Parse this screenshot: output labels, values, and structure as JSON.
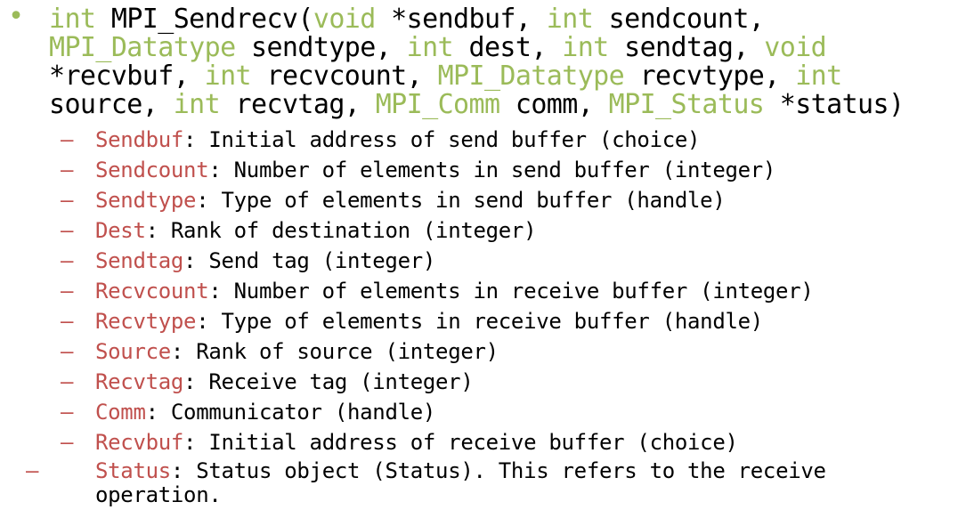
{
  "bullet": "•",
  "signature": {
    "tokens": [
      {
        "kind": "type",
        "text": "int"
      },
      {
        "kind": "name",
        "text": " MPI_Sendrecv("
      },
      {
        "kind": "type",
        "text": "void"
      },
      {
        "kind": "name",
        "text": " *sendbuf, "
      },
      {
        "kind": "type",
        "text": "int"
      },
      {
        "kind": "name",
        "text": " sendcount, "
      },
      {
        "kind": "type",
        "text": "MPI_Datatype"
      },
      {
        "kind": "name",
        "text": " sendtype, "
      },
      {
        "kind": "type",
        "text": "int"
      },
      {
        "kind": "name",
        "text": " dest, "
      },
      {
        "kind": "type",
        "text": "int"
      },
      {
        "kind": "name",
        "text": " sendtag, "
      },
      {
        "kind": "type",
        "text": "void"
      },
      {
        "kind": "name",
        "text": " *recvbuf, "
      },
      {
        "kind": "type",
        "text": "int"
      },
      {
        "kind": "name",
        "text": " recvcount, "
      },
      {
        "kind": "type",
        "text": "MPI_Datatype"
      },
      {
        "kind": "name",
        "text": " recvtype, "
      },
      {
        "kind": "type",
        "text": "int"
      },
      {
        "kind": "name",
        "text": " source, "
      },
      {
        "kind": "type",
        "text": "int"
      },
      {
        "kind": "name",
        "text": " recvtag, "
      },
      {
        "kind": "type",
        "text": "MPI_Comm"
      },
      {
        "kind": "name",
        "text": " comm, "
      },
      {
        "kind": "type",
        "text": "MPI_Status"
      },
      {
        "kind": "name",
        "text": " *status)"
      }
    ]
  },
  "dash": "–",
  "params": [
    {
      "name": "Sendbuf",
      "desc": ": Initial address of send buffer (choice)"
    },
    {
      "name": "Sendcount",
      "desc": ": Number of elements in send buffer (integer)"
    },
    {
      "name": "Sendtype",
      "desc": ": Type of elements in send buffer (handle)"
    },
    {
      "name": "Dest",
      "desc": ": Rank of destination (integer)"
    },
    {
      "name": "Sendtag",
      "desc": ": Send tag (integer)"
    },
    {
      "name": "Recvcount",
      "desc": ": Number of elements in receive buffer (integer)"
    },
    {
      "name": "Recvtype",
      "desc": ": Type of elements in receive buffer (handle)"
    },
    {
      "name": "Source",
      "desc": ": Rank of source (integer)"
    },
    {
      "name": "Recvtag",
      "desc": ": Receive tag (integer)"
    },
    {
      "name": "Comm",
      "desc": ": Communicator (handle)"
    },
    {
      "name": "Recvbuf",
      "desc": ": Initial address of receive buffer (choice)"
    },
    {
      "name": "Status",
      "desc": ": Status object (Status). This refers to the receive operation."
    }
  ],
  "colors": {
    "type_keyword": "#9bbb59",
    "param_name": "#c0504d",
    "text": "#000000",
    "background": "#ffffff"
  }
}
